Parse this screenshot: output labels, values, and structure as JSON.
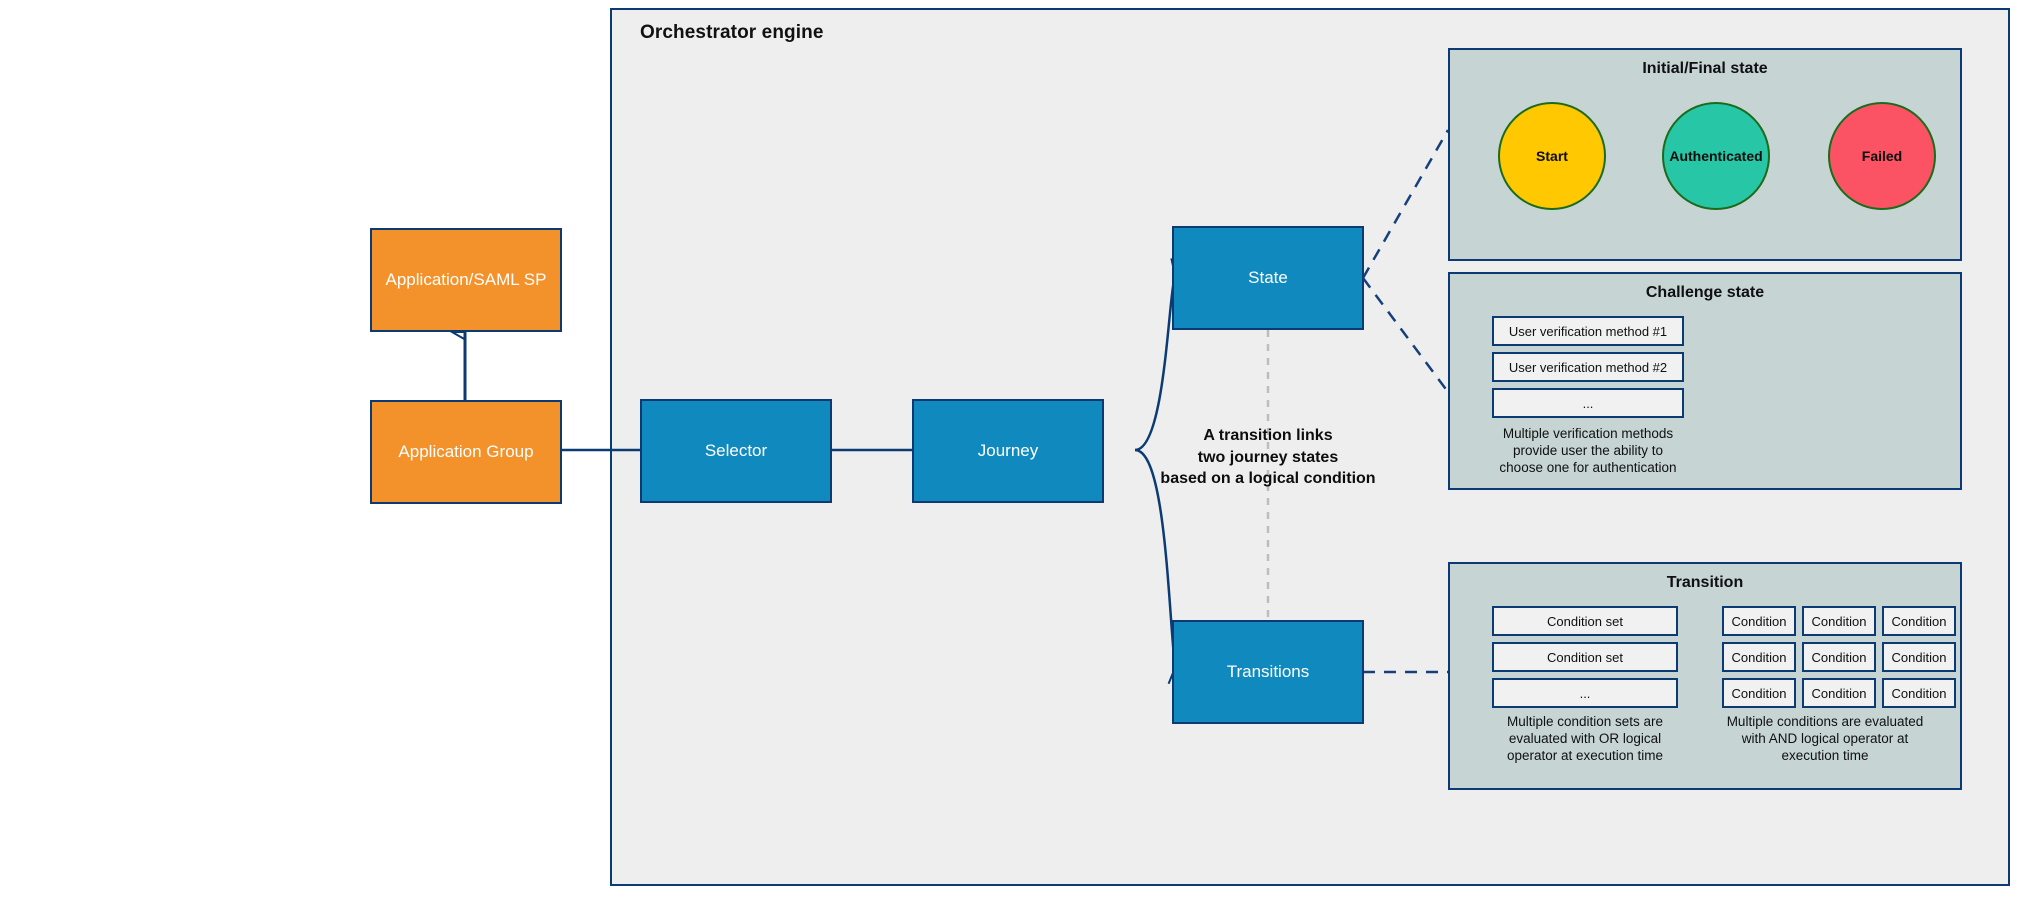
{
  "engine": {
    "title": "Orchestrator engine"
  },
  "entities": {
    "application_saml_sp": "Application/SAML SP",
    "application_group": "Application Group",
    "selector": "Selector",
    "journey": "Journey",
    "state": "State",
    "transitions": "Transitions"
  },
  "annotation": {
    "transition_note": "A transition links\ntwo journey states\nbased on a logical condition"
  },
  "panels": {
    "initial_final": {
      "title": "Initial/Final state",
      "circles": [
        {
          "label": "Start",
          "color": "#ffc800"
        },
        {
          "label": "Authenticated",
          "color": "#26c6a6"
        },
        {
          "label": "Failed",
          "color": "#fb5364"
        }
      ]
    },
    "challenge": {
      "title": "Challenge state",
      "methods": [
        "User verification method #1",
        "User verification method #2",
        "..."
      ],
      "note": "Multiple verification methods\nprovide user the ability to\nchoose one for authentication"
    },
    "transition": {
      "title": "Transition",
      "condition_sets": [
        "Condition set",
        "Condition set",
        "..."
      ],
      "conditions_grid": [
        [
          "Condition",
          "Condition",
          "Condition"
        ],
        [
          "Condition",
          "Condition",
          "Condition"
        ],
        [
          "Condition",
          "Condition",
          "Condition"
        ]
      ],
      "note_left": "Multiple condition sets are\nevaluated with OR logical\noperator at execution time",
      "note_right": "Multiple conditions are evaluated\nwith AND logical operator at\nexecution time"
    }
  },
  "colors": {
    "line": "#0b3b72",
    "orange": "#f3912a",
    "blue": "#1089bf",
    "panel_fill": "#c6d4d4",
    "engine_fill": "#eeeeee",
    "dashed_gray": "#bdbdbd"
  }
}
